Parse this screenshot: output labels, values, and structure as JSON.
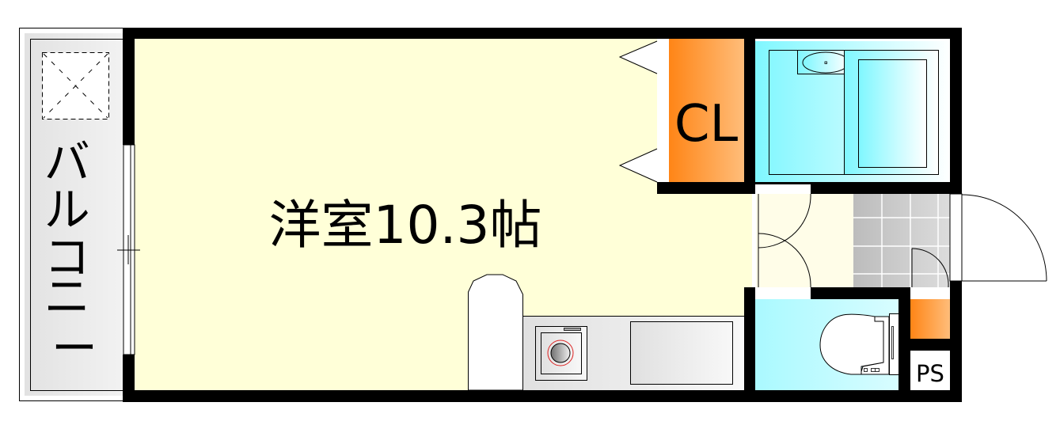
{
  "floor_plan": {
    "rooms": {
      "western_room": {
        "label": "洋室10.3帖",
        "type": "Western-style room",
        "size_jo": "10.3"
      },
      "closet": {
        "label": "CL"
      },
      "balcony": {
        "label": "バルコニー",
        "chars": [
          "バ",
          "ル",
          "コ",
          "ニ",
          "ー"
        ]
      },
      "pipe_space": {
        "label": "PS"
      },
      "bathroom": {
        "label": ""
      },
      "toilet": {
        "label": ""
      },
      "entrance": {
        "label": ""
      },
      "kitchen": {
        "label": ""
      }
    },
    "fixtures": [
      "washing-machine",
      "kitchen-sink-counter",
      "refrigerator-space",
      "bathtub",
      "wash-basin",
      "toilet"
    ],
    "colors": {
      "room_fill": "#ffffd8",
      "corridor_fill": "#fffde8",
      "closet_orange": "#ff8a1c",
      "closet_orange_light": "#ffb870",
      "bath_cyan": "#80f8ff",
      "wall": "#000000",
      "balcony_gray": "#e8e8e8",
      "entrance_tile": "#c8c8c8"
    }
  }
}
